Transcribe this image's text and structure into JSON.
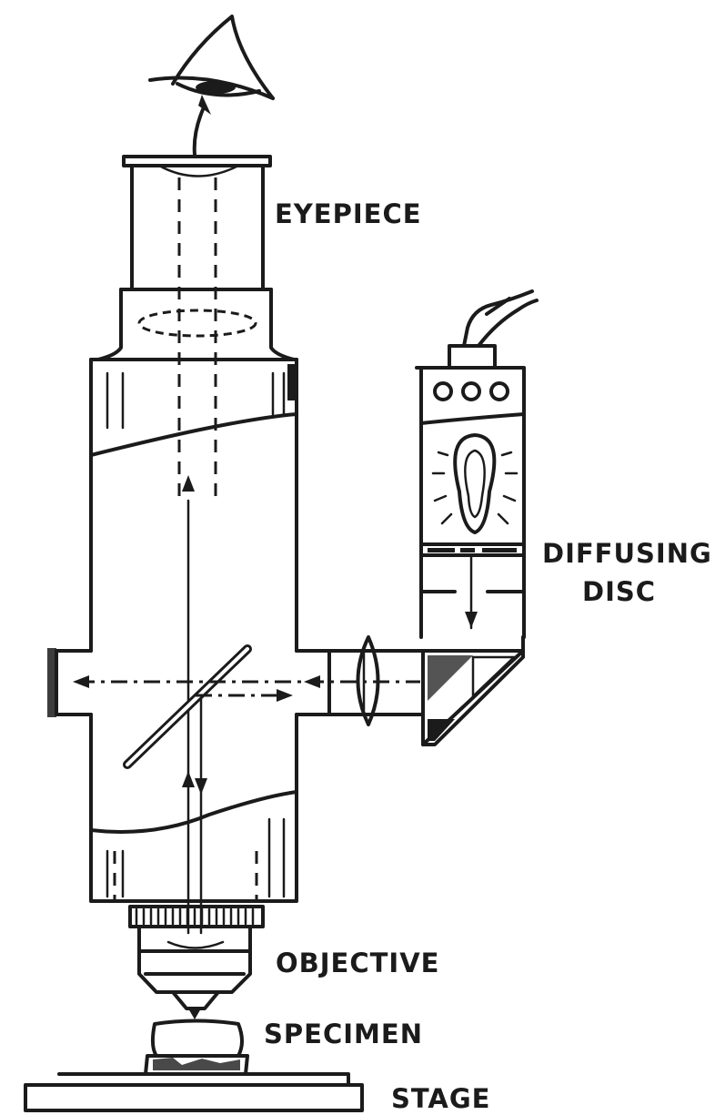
{
  "labels": {
    "eyepiece": "EYEPIECE",
    "diffusing_line1": "DIFFUSING",
    "diffusing_line2": "DISC",
    "objective": "OBJECTIVE",
    "specimen": "SPECIMEN",
    "stage": "STAGE"
  },
  "colors": {
    "ink": "#1b1b1b",
    "paper": "#ffffff"
  },
  "icons": {
    "eye": "eye-icon",
    "lamp": "lamp-bulb-icon"
  }
}
